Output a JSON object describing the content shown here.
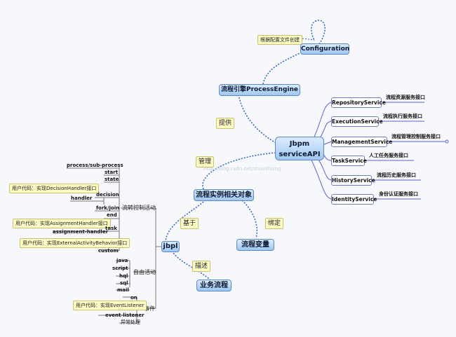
{
  "nodes": {
    "configuration": "Configuration",
    "config_note": "根据配置文件创建",
    "engine": "流程引擎ProcessEngine",
    "provide": "提供",
    "center_line1": "Jbpm",
    "center_line2": "serviceAPI",
    "manage": "管理",
    "objects": "流程实例相关对象",
    "based": "基于",
    "bind": "绑定",
    "variables": "流程变量",
    "jbpl": "jbpl",
    "describe": "描述",
    "business": "业务流程"
  },
  "services": [
    {
      "name": "RepositoryService",
      "desc": "流程资源服务接口"
    },
    {
      "name": "ExecutionService",
      "desc": "流程执行服务接口"
    },
    {
      "name": "ManagementService",
      "desc": "流程管理控制服务接口"
    },
    {
      "name": "TaskService",
      "desc": "人工任务服务接口"
    },
    {
      "name": "HistoryService",
      "desc": "流程历史服务接口"
    },
    {
      "name": "IdentityService",
      "desc": "身份认证服务接口"
    }
  ],
  "flow_control": {
    "label": "流转控制活动",
    "items": {
      "process": "process/sub-process",
      "start": "start",
      "state": "state",
      "decision": "decision",
      "decision_note": "用户代码：实现DecisionHandler接口",
      "handler": "handler",
      "forkjoin": "fork/join",
      "end": "end",
      "task": "task",
      "assignment_note": "用户代码：实现AssignmentHandler接口",
      "assignment_handler": "assignment-handler",
      "custom_note": "用户代码：实现ExternalActivityBehavior接口",
      "custom": "custom"
    }
  },
  "auto_activity": {
    "label": "自由活动",
    "items": [
      "java",
      "script",
      "hql",
      "sql",
      "mail"
    ]
  },
  "events": {
    "label": "事件",
    "on": "on",
    "note": "用户代码：实现EventListener",
    "listener": "event-listener",
    "exception": "异常处理"
  },
  "watermark": "http://blog.csdn.net/zhao9tiang"
}
